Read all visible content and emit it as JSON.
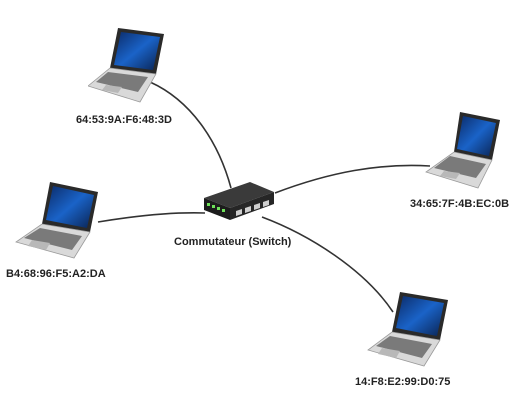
{
  "switch": {
    "label": "Commutateur (Switch)",
    "icon": "network-switch-icon"
  },
  "hosts": [
    {
      "id": "top-left",
      "mac": "64:53:9A:F6:48:3D",
      "icon": "laptop-icon"
    },
    {
      "id": "right",
      "mac": "34:65:7F:4B:EC:0B",
      "icon": "laptop-icon"
    },
    {
      "id": "left",
      "mac": "B4:68:96:F5:A2:DA",
      "icon": "laptop-icon"
    },
    {
      "id": "bottom-right",
      "mac": "14:F8:E2:99:D0:75",
      "icon": "laptop-icon"
    }
  ],
  "colors": {
    "cable": "#333333",
    "screen": "#1a63c8",
    "bezel": "#2a2a2a",
    "chassis": "#d9d9d9",
    "switch_body": "#1c1c1c",
    "port_led": "#6ee05a"
  }
}
